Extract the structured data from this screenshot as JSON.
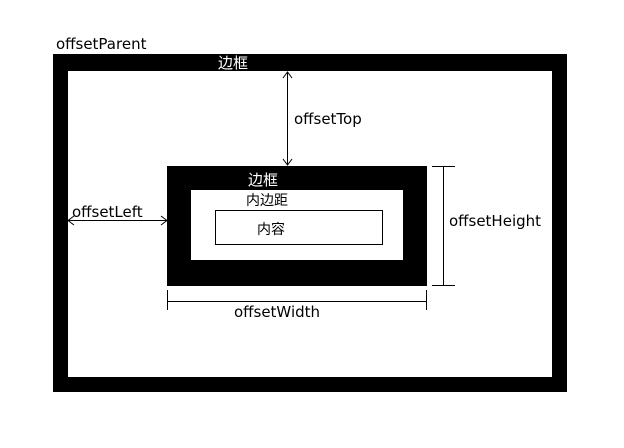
{
  "diagram": {
    "offset_parent_label": "offsetParent",
    "outer_border_label": "边框",
    "inner_border_label": "边框",
    "padding_label": "内边距",
    "content_label": "内容",
    "offset_top_label": "offsetTop",
    "offset_left_label": "offsetLeft",
    "offset_height_label": "offsetHeight",
    "offset_width_label": "offsetWidth",
    "colors": {
      "border": "#000000",
      "background": "#ffffff",
      "border_text": "#ffffff"
    }
  }
}
